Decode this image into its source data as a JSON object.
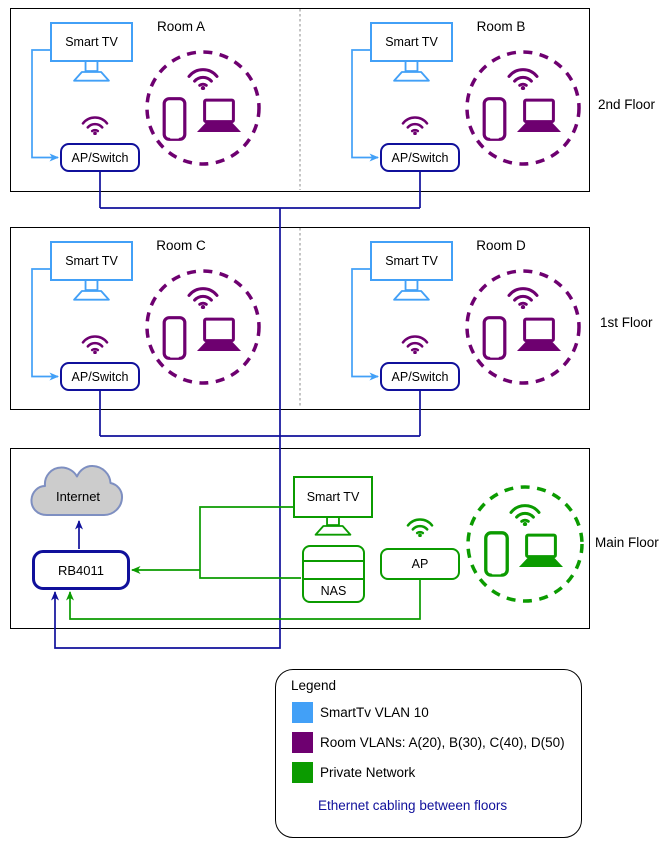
{
  "floors": {
    "second": "2nd Floor",
    "first": "1st Floor",
    "main": "Main Floor"
  },
  "rooms": {
    "a": {
      "label": "Room A"
    },
    "b": {
      "label": "Room B"
    },
    "c": {
      "label": "Room C"
    },
    "d": {
      "label": "Room D"
    }
  },
  "devices": {
    "smart_tv": "Smart TV",
    "ap_switch": "AP/Switch",
    "router": "RB4011",
    "nas": "NAS",
    "ap": "AP",
    "internet": "Internet"
  },
  "legend": {
    "title": "Legend",
    "items": [
      {
        "label": "SmartTv VLAN 10",
        "color": "#42A0F7"
      },
      {
        "label": "Room VLANs: A(20), B(30), C(40), D(50)",
        "color": "#6E0070"
      },
      {
        "label": "Private Network",
        "color": "#0B9B00"
      }
    ],
    "cabling_note": "Ethernet cabling between floors"
  },
  "icons": {
    "wifi": "wifi-icon",
    "smartphone": "smartphone-icon",
    "laptop": "laptop-icon",
    "cloud": "internet-cloud-icon",
    "double_arrow": "ethernet-cabling-arrow-icon"
  },
  "colors": {
    "smarttv_vlan": "#42A0F7",
    "room_vlan": "#6E0070",
    "private_network": "#0B9B00",
    "ethernet_cable": "#10109B",
    "cloud_fill": "#CCCCCC"
  }
}
